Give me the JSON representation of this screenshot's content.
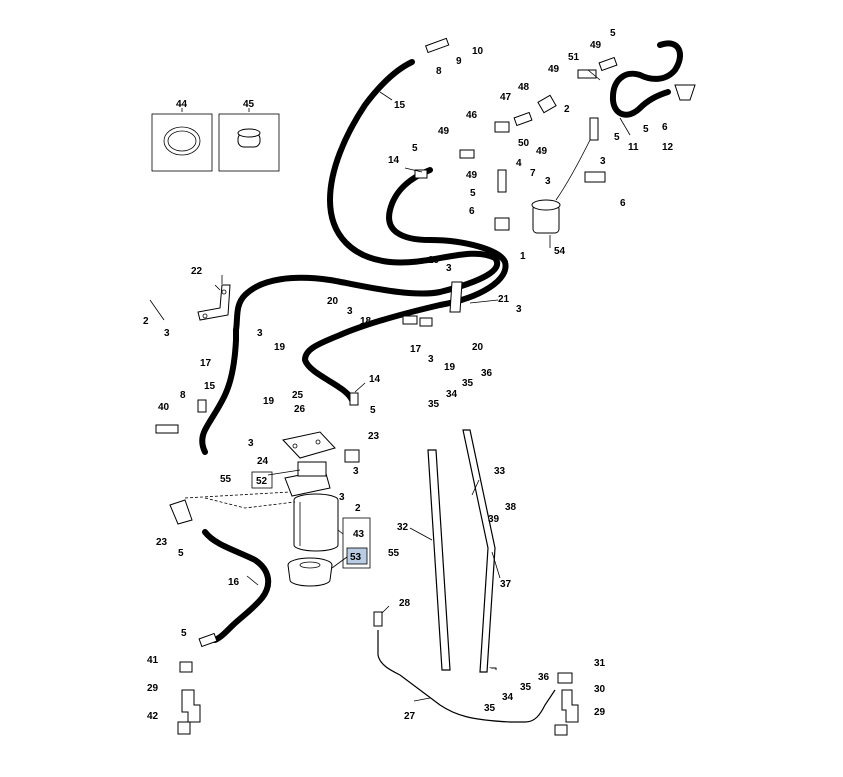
{
  "diagram": {
    "callouts": {
      "c1": "1",
      "c2": "2",
      "c3": "3",
      "c4": "4",
      "c5": "5",
      "c6": "6",
      "c7": "7",
      "c8": "8",
      "c9": "9",
      "c10": "10",
      "c11": "11",
      "c12": "12",
      "c14": "14",
      "c15": "15",
      "c16": "16",
      "c17": "17",
      "c18": "18",
      "c19": "19",
      "c20": "20",
      "c21": "21",
      "c22": "22",
      "c23": "23",
      "c24": "24",
      "c25": "25",
      "c26": "26",
      "c27": "27",
      "c28": "28",
      "c29": "29",
      "c30": "30",
      "c31": "31",
      "c32": "32",
      "c33": "33",
      "c34": "34",
      "c35": "35",
      "c36": "36",
      "c37": "37",
      "c38": "38",
      "c39": "39",
      "c40": "40",
      "c41": "41",
      "c42": "42",
      "c43": "43",
      "c44": "44",
      "c45": "45",
      "c46": "46",
      "c47": "47",
      "c48": "48",
      "c49": "49",
      "c50": "50",
      "c51": "51",
      "c52": "52",
      "c53": "53",
      "c54": "54",
      "c55": "55"
    },
    "highlighted_callout": "53"
  }
}
